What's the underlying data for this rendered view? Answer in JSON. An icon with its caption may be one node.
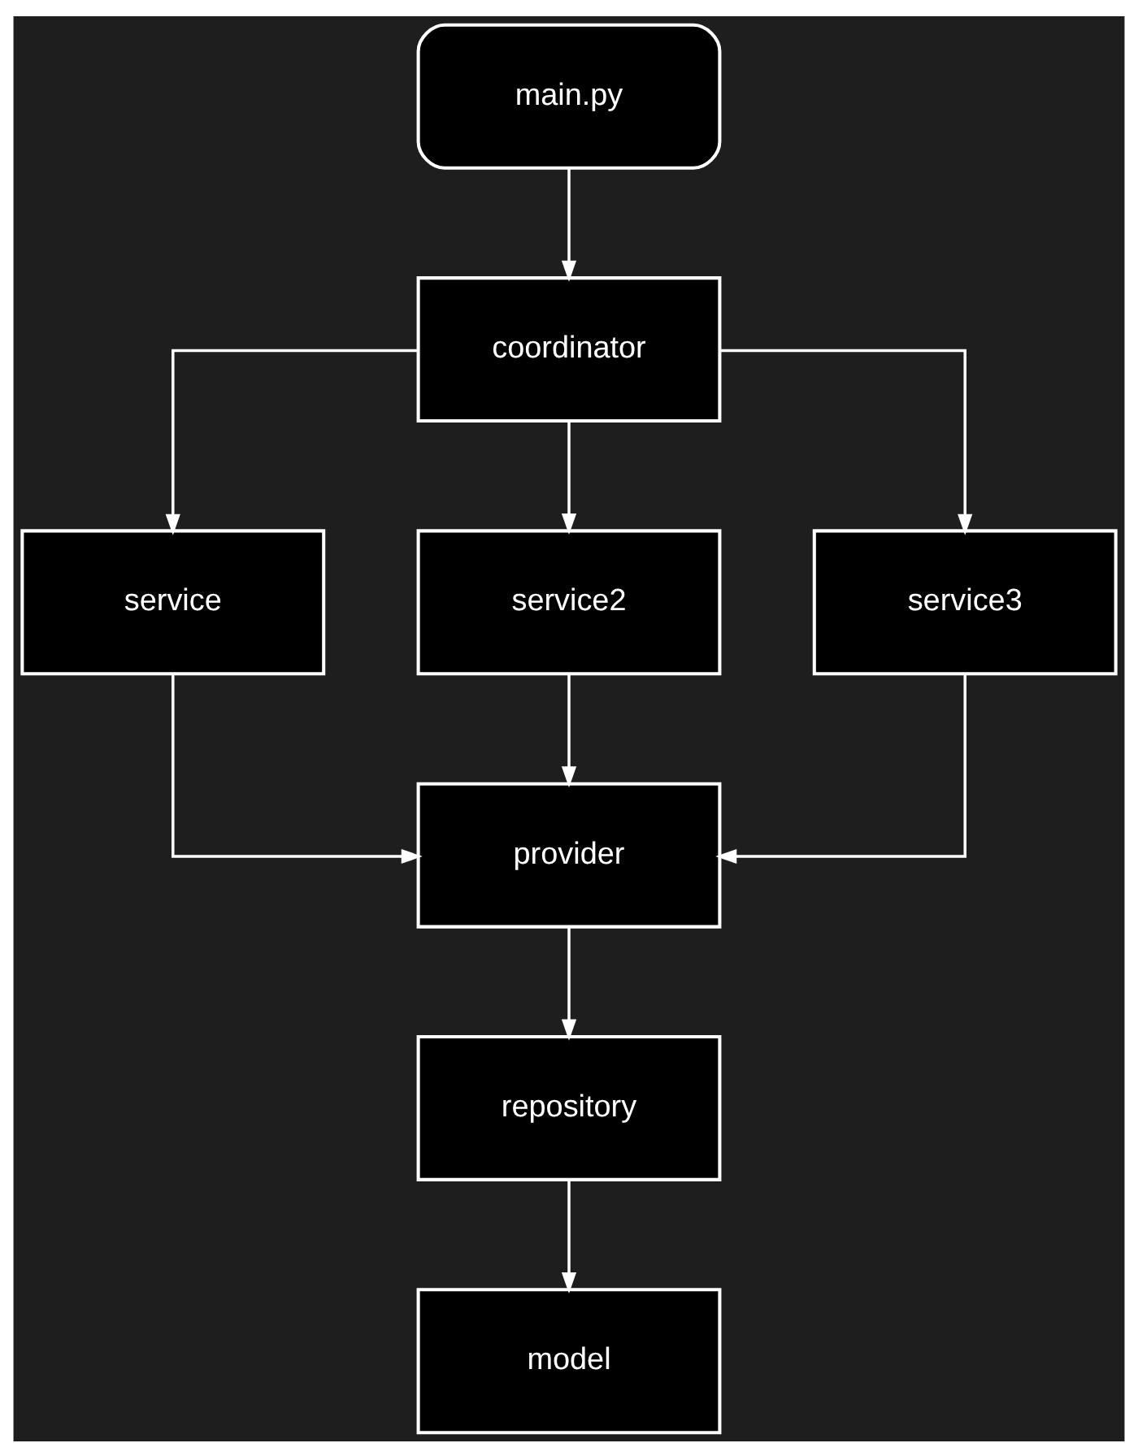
{
  "diagram": {
    "nodes": [
      {
        "text": [
          "main.py"
        ]
      },
      {
        "text": [
          "coordinator"
        ]
      },
      {
        "text": [
          "service"
        ]
      },
      {
        "text": [
          "service2"
        ]
      },
      {
        "text": [
          "service3"
        ]
      },
      {
        "text": [
          "provider"
        ]
      },
      {
        "text": [
          "repository"
        ]
      },
      {
        "text": [
          "model"
        ]
      }
    ],
    "edges": [
      {
        "from": 0,
        "to": 1,
        "arrow": "to"
      },
      {
        "from": 1,
        "to": 2,
        "arrow": "to"
      },
      {
        "from": 1,
        "to": 3,
        "arrow": "to"
      },
      {
        "from": 1,
        "to": 4,
        "arrow": "to"
      },
      {
        "from": 2,
        "to": 5,
        "arrow": "to"
      },
      {
        "from": 3,
        "to": 5,
        "arrow": "to"
      },
      {
        "from": 4,
        "to": 5,
        "arrow": "to"
      },
      {
        "from": 5,
        "to": 6,
        "arrow": "to"
      },
      {
        "from": 6,
        "to": 7,
        "arrow": "to"
      }
    ]
  }
}
